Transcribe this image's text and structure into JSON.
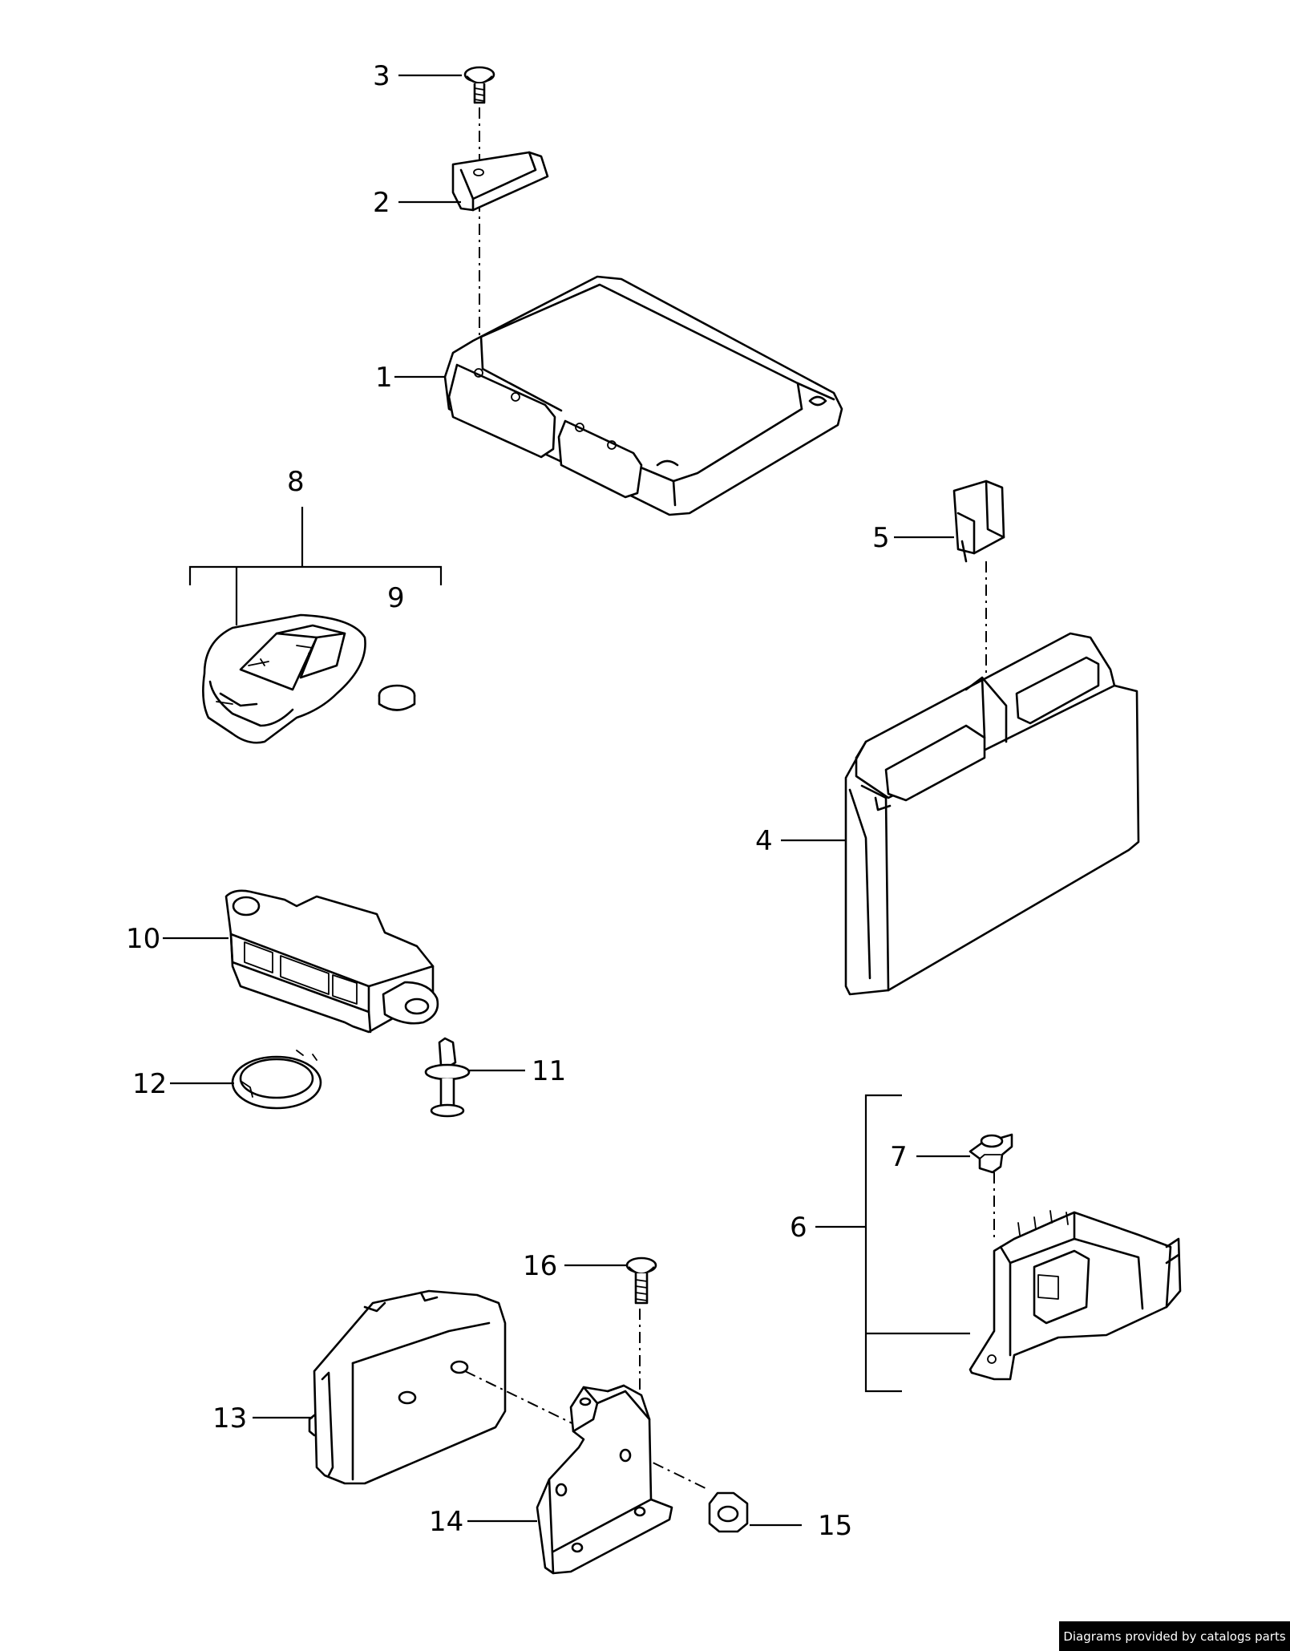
{
  "callouts": {
    "c1": "1",
    "c2": "2",
    "c3": "3",
    "c4": "4",
    "c5": "5",
    "c6": "6",
    "c7": "7",
    "c8": "8",
    "c9": "9",
    "c10": "10",
    "c11": "11",
    "c12": "12",
    "c13": "13",
    "c14": "14",
    "c15": "15",
    "c16": "16"
  },
  "footer": {
    "credit": "Diagrams provided by catalogs parts"
  }
}
